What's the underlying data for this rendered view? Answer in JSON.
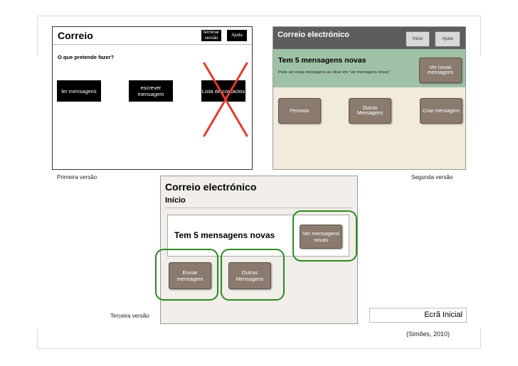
{
  "version1": {
    "title": "Correio",
    "end_session_label": "terminar sessão",
    "help_label": "Ajuda",
    "question": "O que pretende fazer?",
    "read_label": "ler mensagens",
    "write_label": "escrever mensagem",
    "contacts_label": "Lista de contactos",
    "cross_color": "#e23b2e",
    "caption": "Primeira versão"
  },
  "version2": {
    "title": "Correio electrónico",
    "home_label": "Início",
    "help_label": "Ajuda",
    "banner_title": "Tem 5 mensagens novas",
    "banner_subtitle": "Pode ver estas mensagens ao clicar em \"ver mensagens novas\"",
    "see_new_label": "Ver novas mensagens",
    "people_label": "Pessoas",
    "other_label": "Outras Mensagens",
    "create_label": "Criar mensagem",
    "header_color": "#5f5d5c",
    "banner_color": "#9fc1a6",
    "caption": "Segunda versão"
  },
  "version3": {
    "title": "Correio electrónico",
    "subtitle": "Início",
    "panel_title": "Tem 5 mensagens novas",
    "see_new_label": "Ver mensagens novas",
    "send_label": "Enviar mensagem",
    "other_label": "Outras Mensagens",
    "highlight_color": "#2a8a1f",
    "caption": "Terceira versão"
  },
  "screen_label": "Ecrã Inicial",
  "citation": "(Simões, 2010)"
}
